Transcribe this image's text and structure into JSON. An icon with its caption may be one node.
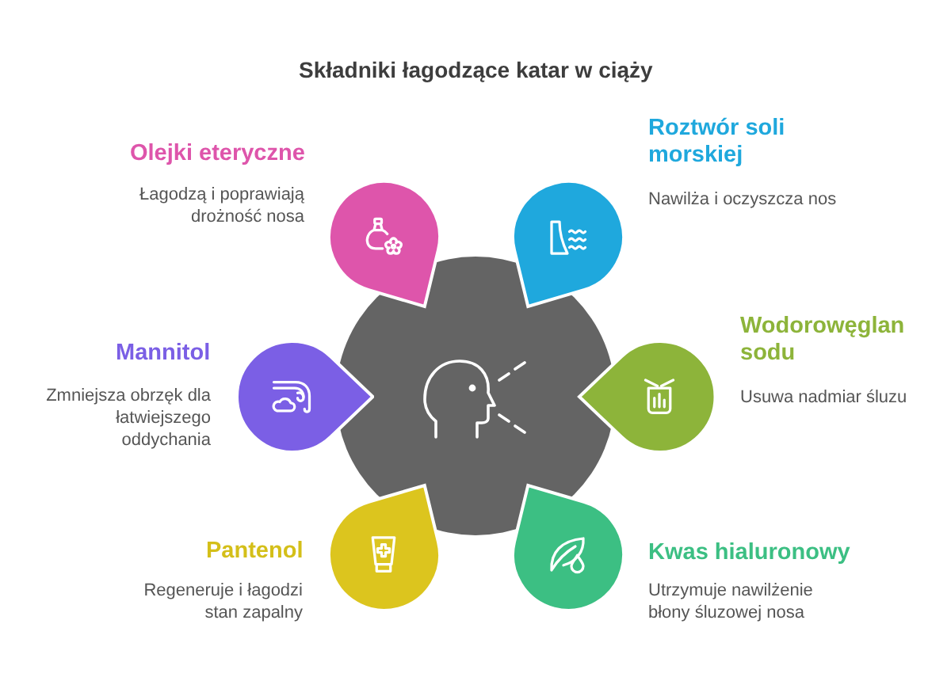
{
  "diagram": {
    "title": "Składniki łagodzące katar w ciąży",
    "nodes": [
      {
        "text": [],
        "shape": "circle"
      },
      {
        "text": [
          "Olejki eteryczne",
          "Łagodzą i poprawiają drożność nosa"
        ]
      },
      {
        "text": [
          "Roztwór soli morskiej",
          "Nawilża i oczyszcza nos"
        ]
      },
      {
        "text": [
          "Mannitol",
          "Zmniejsza obrzęk dla łatwiejszego oddychania"
        ]
      },
      {
        "text": [
          "Wodorowęglan sodu",
          "Usuwa nadmiar śluzu"
        ]
      },
      {
        "text": [
          "Pantenol",
          "Regeneruje i łagodzi stan zapalny"
        ]
      },
      {
        "text": [
          "Kwas hialuronowy",
          "Utrzymuje nawilżenie błony śluzowej nosa"
        ]
      }
    ]
  }
}
